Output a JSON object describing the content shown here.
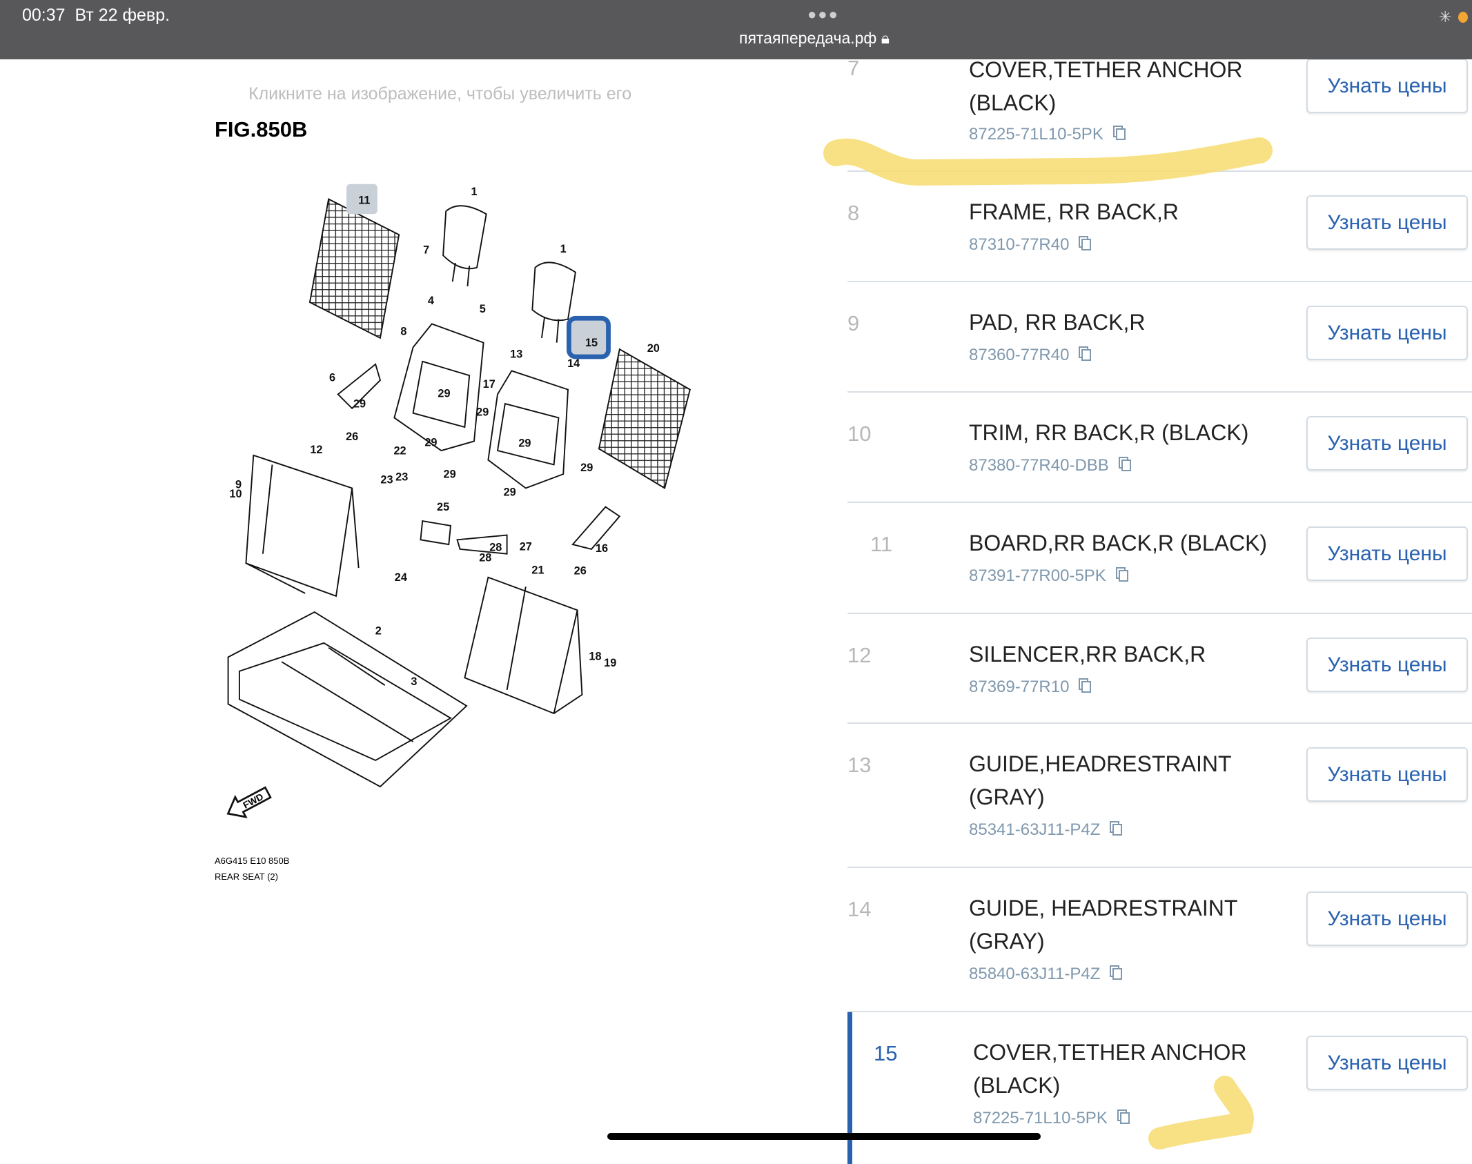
{
  "status_bar": {
    "time": "00:37",
    "date": "Вт 22 февр.",
    "url": "пятаяпередача.рф",
    "lock_icon": "lock-icon"
  },
  "left": {
    "hint": "Кликните на изображение, чтобы увеличить его",
    "fig_title": "FIG.850B",
    "caption_code": "A6G415 E10 850B",
    "caption_title": "REAR SEAT (2)"
  },
  "diagram": {
    "fwd": "FWD",
    "labels": [
      "11",
      "1",
      "7",
      "1",
      "4",
      "5",
      "8",
      "15",
      "20",
      "13",
      "14",
      "6",
      "17",
      "29",
      "29",
      "29",
      "26",
      "29",
      "29",
      "12",
      "22",
      "29",
      "29",
      "9",
      "10",
      "23",
      "23",
      "29",
      "25",
      "27",
      "28",
      "28",
      "16",
      "24",
      "21",
      "26",
      "2",
      "18",
      "19",
      "3"
    ],
    "highlighted": [
      "11",
      "15"
    ]
  },
  "parts": [
    {
      "num": "7",
      "name": "COVER,TETHER ANCHOR (BLACK)",
      "pn": "87225-71L10-5PK",
      "button": "Узнать цены"
    },
    {
      "num": "8",
      "name": "FRAME, RR BACK,R",
      "pn": "87310-77R40",
      "button": "Узнать цены"
    },
    {
      "num": "9",
      "name": "PAD, RR BACK,R",
      "pn": "87360-77R40",
      "button": "Узнать цены"
    },
    {
      "num": "10",
      "name": "TRIM, RR BACK,R (BLACK)",
      "pn": "87380-77R40-DBB",
      "button": "Узнать цены"
    },
    {
      "num": "11",
      "name": "BOARD,RR BACK,R (BLACK)",
      "pn": "87391-77R00-5PK",
      "button": "Узнать цены"
    },
    {
      "num": "12",
      "name": "SILENCER,RR BACK,R",
      "pn": "87369-77R10",
      "button": "Узнать цены"
    },
    {
      "num": "13",
      "name": "GUIDE,HEADRESTRAINT (GRAY)",
      "pn": "85341-63J11-P4Z",
      "button": "Узнать цены"
    },
    {
      "num": "14",
      "name": "GUIDE, HEADRESTRAINT (GRAY)",
      "pn": "85840-63J11-P4Z",
      "button": "Узнать цены"
    },
    {
      "num": "15",
      "name": "COVER,TETHER ANCHOR (BLACK)",
      "pn": "87225-71L10-5PK",
      "button": "Узнать цены"
    }
  ],
  "colors": {
    "accent": "#2a62b0",
    "highlighter": "#f7dc6f",
    "status_bar": "#58585a"
  }
}
